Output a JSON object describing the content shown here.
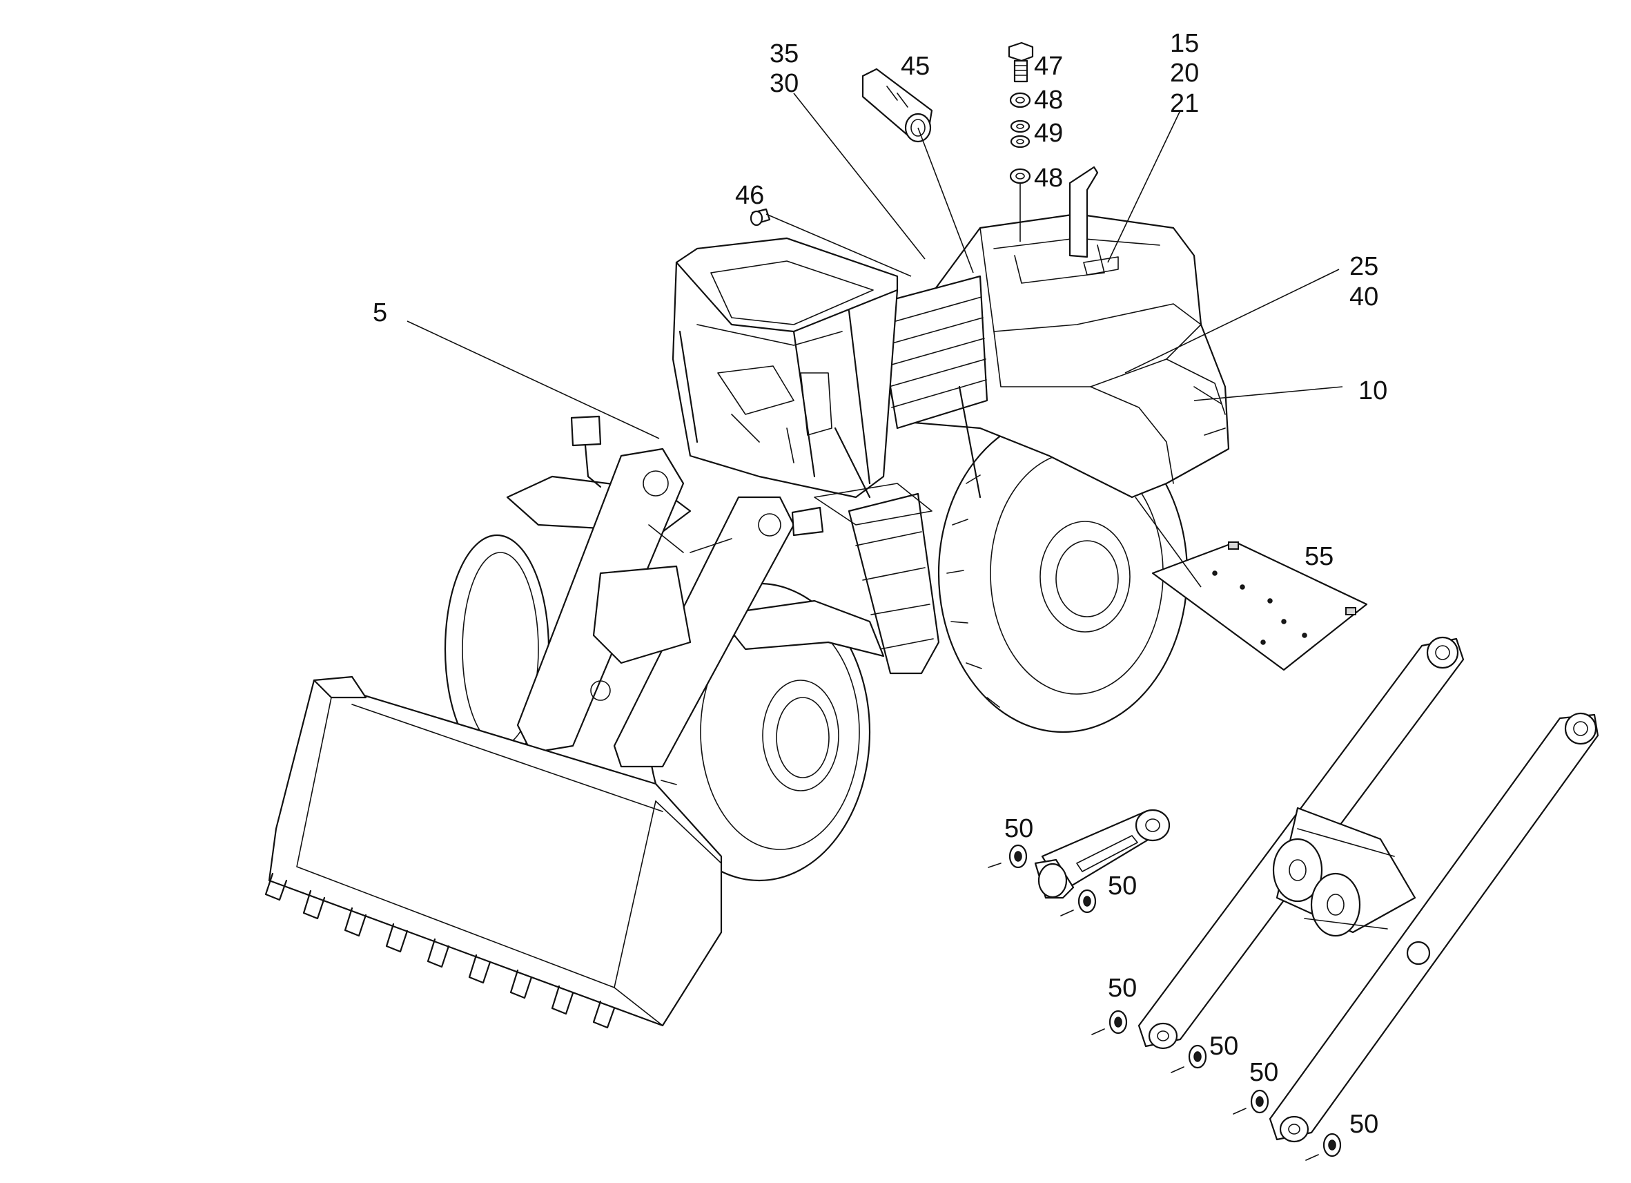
{
  "callouts": {
    "c5": "5",
    "c10": "10",
    "c15": "15",
    "c20": "20",
    "c21": "21",
    "c25": "25",
    "c30": "30",
    "c35": "35",
    "c40": "40",
    "c45": "45",
    "c46": "46",
    "c47": "47",
    "c48a": "48",
    "c48b": "48",
    "c49": "49",
    "c50a": "50",
    "c50b": "50",
    "c50c": "50",
    "c50d": "50",
    "c50e": "50",
    "c50f": "50",
    "c55": "55"
  },
  "colors": {
    "line": "#111111",
    "background": "#ffffff"
  }
}
